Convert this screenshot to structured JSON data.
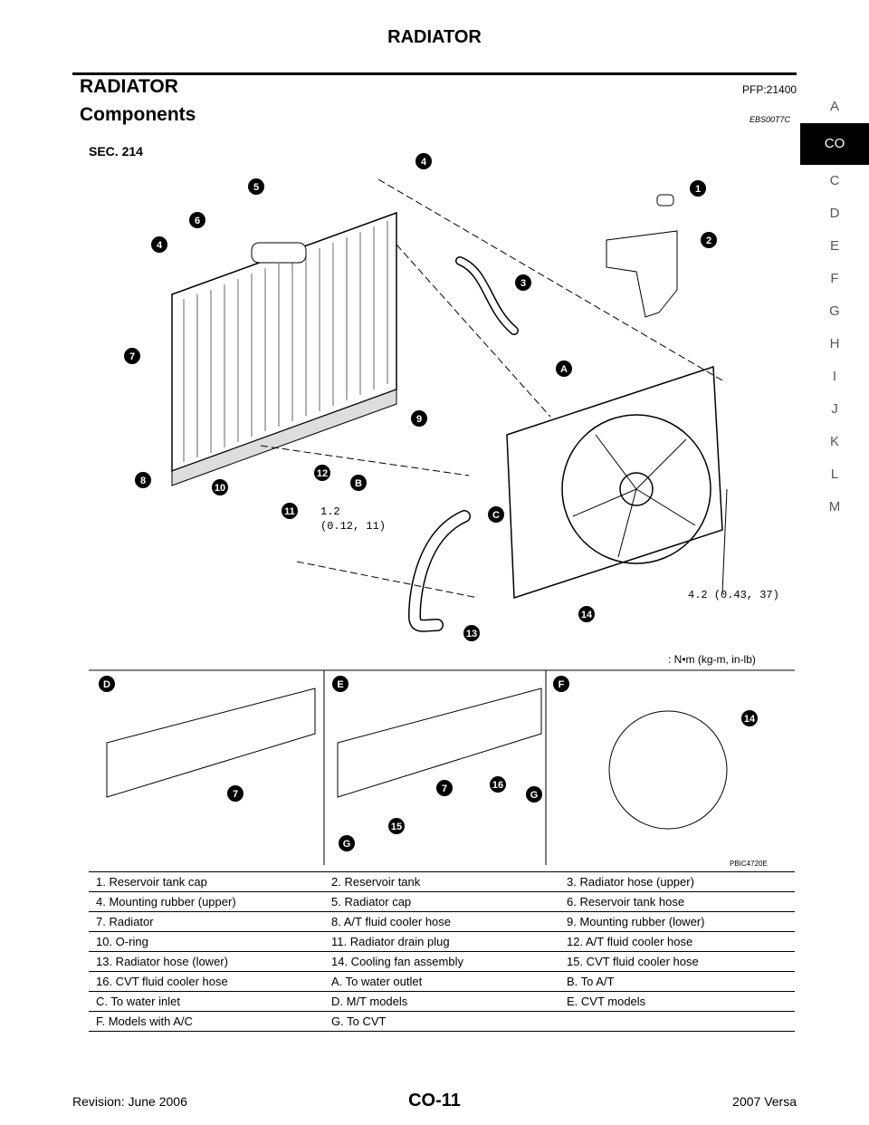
{
  "header": {
    "title": "RADIATOR"
  },
  "section": {
    "title": "RADIATOR",
    "code": "PFP:21400"
  },
  "subsection": {
    "title": "Components",
    "code": "EBS00T7C"
  },
  "side_index": [
    "A",
    "CO",
    "C",
    "D",
    "E",
    "F",
    "G",
    "H",
    "I",
    "J",
    "K",
    "L",
    "M"
  ],
  "side_index_active": "CO",
  "figure": {
    "sec_label": "SEC. 214",
    "torque_1": "1.2",
    "torque_1b": "(0.12, 11)",
    "torque_2": "4.2 (0.43, 37)",
    "torque_legend": ": N•m (kg-m, in-lb)",
    "figure_code": "PBIC4720E",
    "callouts": [
      "1",
      "2",
      "3",
      "4",
      "5",
      "6",
      "7",
      "8",
      "9",
      "10",
      "11",
      "12",
      "13",
      "14",
      "15",
      "16",
      "A",
      "B",
      "C",
      "D",
      "E",
      "F",
      "G"
    ]
  },
  "legend": [
    [
      "1. Reservoir tank cap",
      "2. Reservoir tank",
      "3. Radiator hose (upper)"
    ],
    [
      "4. Mounting rubber (upper)",
      "5. Radiator cap",
      "6. Reservoir tank hose"
    ],
    [
      "7. Radiator",
      "8. A/T fluid cooler hose",
      "9. Mounting rubber (lower)"
    ],
    [
      "10. O-ring",
      "11. Radiator drain plug",
      "12. A/T fluid cooler hose"
    ],
    [
      "13. Radiator hose (lower)",
      "14. Cooling fan assembly",
      "15. CVT fluid cooler hose"
    ],
    [
      "16. CVT fluid cooler hose",
      "A. To water outlet",
      "B. To A/T"
    ],
    [
      "C. To water inlet",
      "D. M/T models",
      "E. CVT models"
    ],
    [
      "F. Models with A/C",
      "G. To CVT",
      ""
    ]
  ],
  "footer": {
    "left": "Revision: June 2006",
    "center": "CO-11",
    "right": "2007 Versa"
  }
}
